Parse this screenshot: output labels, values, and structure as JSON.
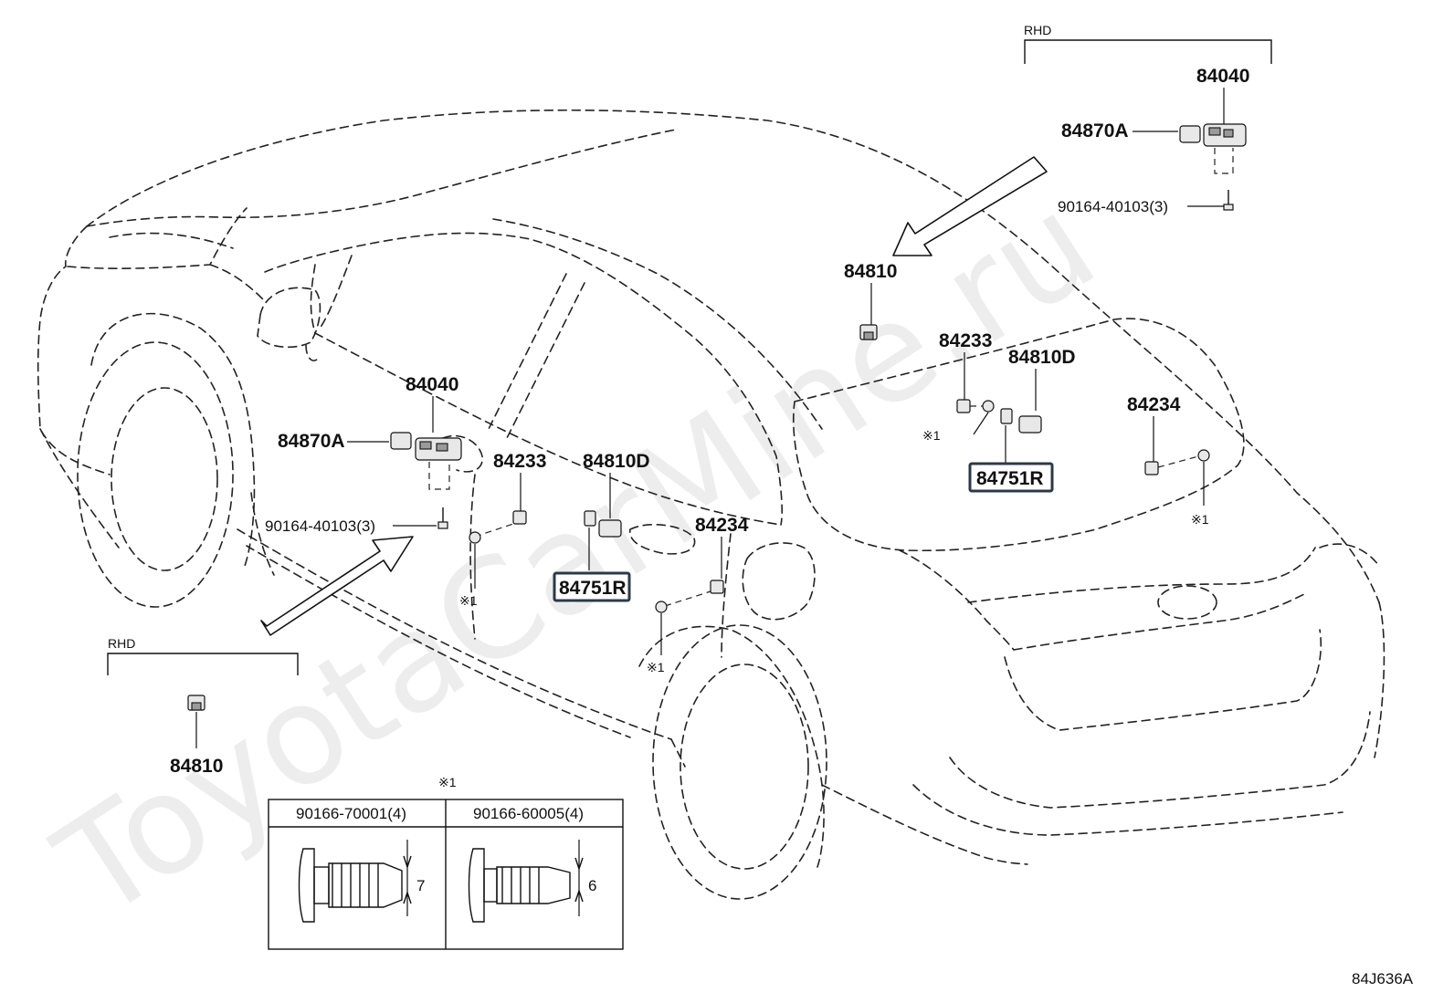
{
  "watermark": "ToyotaCarMine.ru",
  "figure_code": "84J636A",
  "note_mark": "※1",
  "rhd_groups": [
    {
      "label": "RHD",
      "parts": [
        "84040",
        "84870A",
        "90164-40103(3)"
      ]
    },
    {
      "label": "RHD",
      "parts": [
        "84810"
      ]
    }
  ],
  "callouts": {
    "rhd_top_84040": "84040",
    "rhd_top_84870A": "84870A",
    "rhd_top_90164": "90164-40103(3)",
    "rhd_bottom_84810": "84810",
    "front_84040": "84040",
    "front_84870A": "84870A",
    "front_90164": "90164-40103(3)",
    "front_84233": "84233",
    "front_84810D": "84810D",
    "front_84751R": "84751R",
    "front_84234": "84234",
    "rear_84810": "84810",
    "rear_84233": "84233",
    "rear_84810D": "84810D",
    "rear_84751R": "84751R",
    "rear_84234": "84234"
  },
  "detail_table": {
    "mark": "※1",
    "columns": [
      {
        "part": "90166-70001(4)",
        "dimension": "7"
      },
      {
        "part": "90166-60005(4)",
        "dimension": "6"
      }
    ]
  }
}
